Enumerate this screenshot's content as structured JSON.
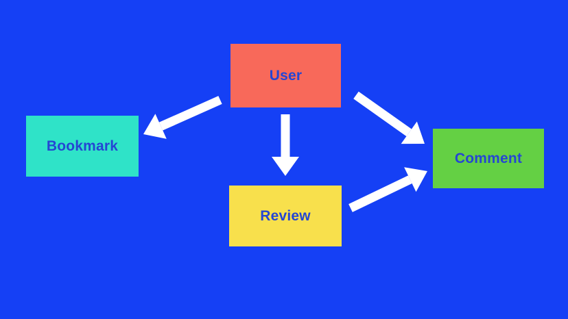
{
  "diagram": {
    "background_color": "#1540f5",
    "arrow_color": "#ffffff",
    "label_color": "#2546d3",
    "nodes": [
      {
        "id": "user",
        "label": "User",
        "color": "#f8695a"
      },
      {
        "id": "bookmark",
        "label": "Bookmark",
        "color": "#2fe3c8"
      },
      {
        "id": "review",
        "label": "Review",
        "color": "#f8e04c"
      },
      {
        "id": "comment",
        "label": "Comment",
        "color": "#64d044"
      }
    ],
    "edges": [
      {
        "from": "user",
        "to": "bookmark"
      },
      {
        "from": "user",
        "to": "review"
      },
      {
        "from": "user",
        "to": "comment"
      },
      {
        "from": "review",
        "to": "comment"
      }
    ]
  }
}
